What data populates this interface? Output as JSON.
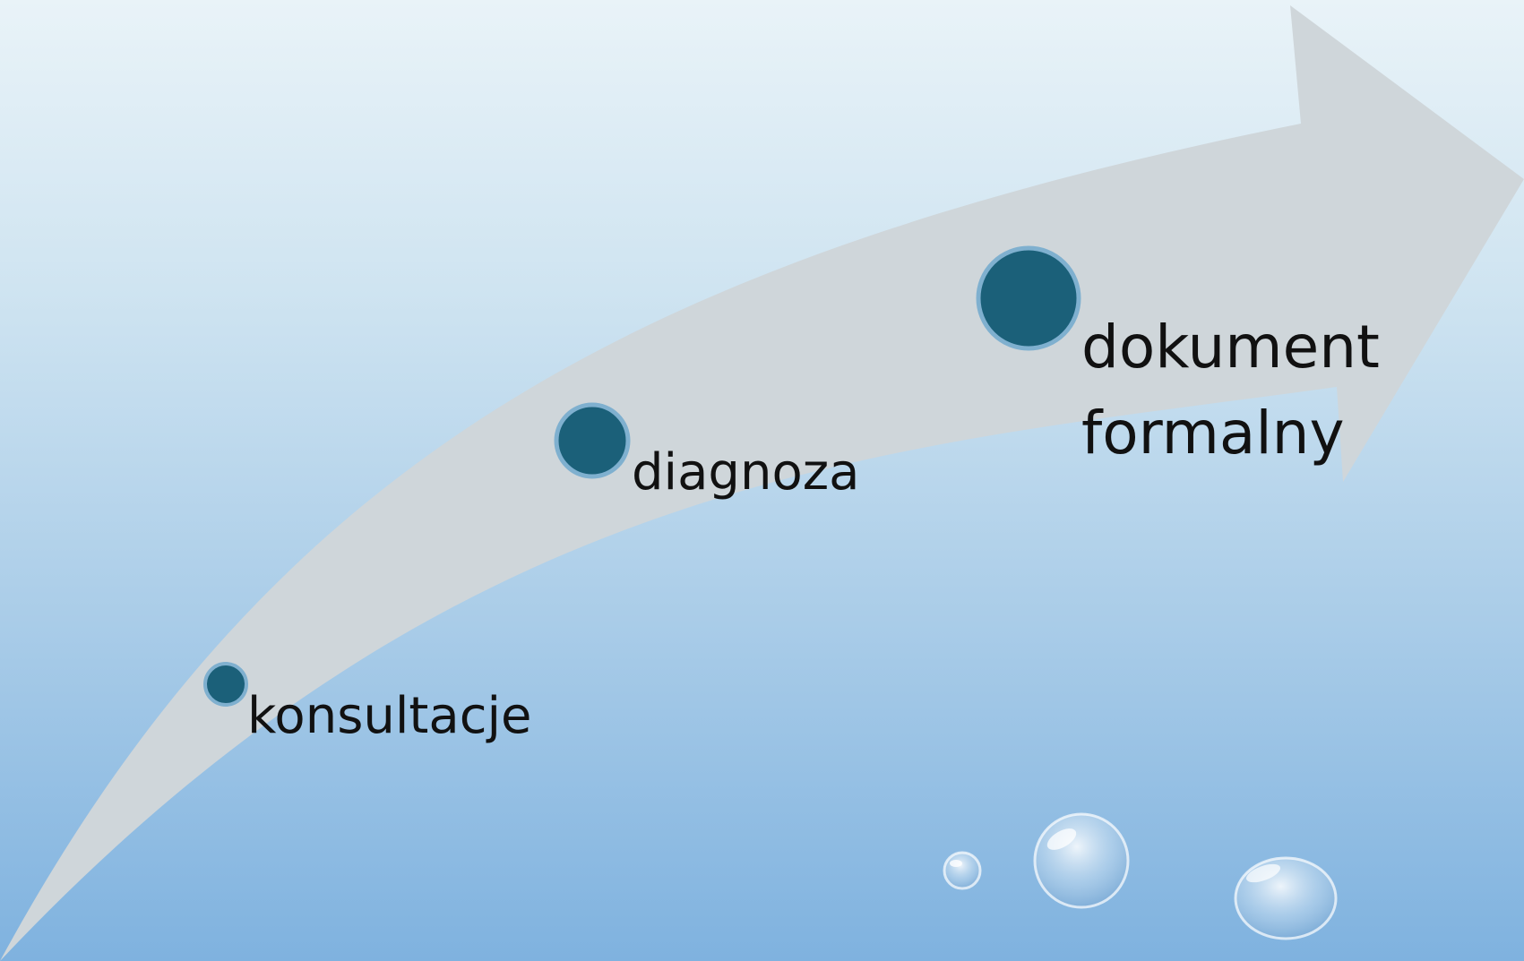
{
  "title": "",
  "steps": [
    {
      "label": "konsultacje"
    },
    {
      "label": "diagnoza"
    },
    {
      "label": "dokument",
      "label_line2": "formalny"
    }
  ],
  "colors": {
    "arrow": "#cfd6da",
    "node_fill": "#1b6079",
    "node_ring": "#7fb0cf",
    "text": "#111111"
  }
}
